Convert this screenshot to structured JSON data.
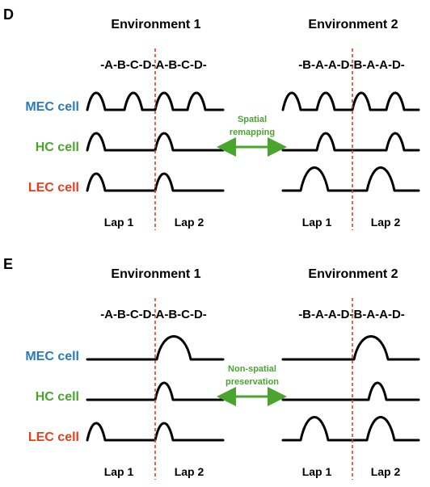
{
  "colors": {
    "mec": "#2a7ab8",
    "hc": "#4aa52e",
    "lec": "#e1401e",
    "divider": "#e1401e",
    "arrow": "#4aa52e"
  },
  "panels": [
    {
      "letter": "D",
      "env1": {
        "title": "Environment 1",
        "sequence": "-A-B-C-D-A-B-C-D-"
      },
      "env2": {
        "title": "Environment 2",
        "sequence": "-B-A-A-D-B-A-A-D-"
      },
      "labels": {
        "mec": "MEC cell",
        "hc": "HC cell",
        "lec": "LEC cell"
      },
      "green_line1": "Spatial",
      "green_line2": "remapping",
      "lap1": "Lap 1",
      "lap2": "Lap 2"
    },
    {
      "letter": "E",
      "env1": {
        "title": "Environment 1",
        "sequence": "-A-B-C-D-A-B-C-D-"
      },
      "env2": {
        "title": "Environment 2",
        "sequence": "-B-A-A-D-B-A-A-D-"
      },
      "labels": {
        "mec": "MEC cell",
        "hc": "HC cell",
        "lec": "LEC cell"
      },
      "green_line1": "Non-spatial",
      "green_line2": "preservation",
      "lap1": "Lap 1",
      "lap2": "Lap 2"
    }
  ]
}
